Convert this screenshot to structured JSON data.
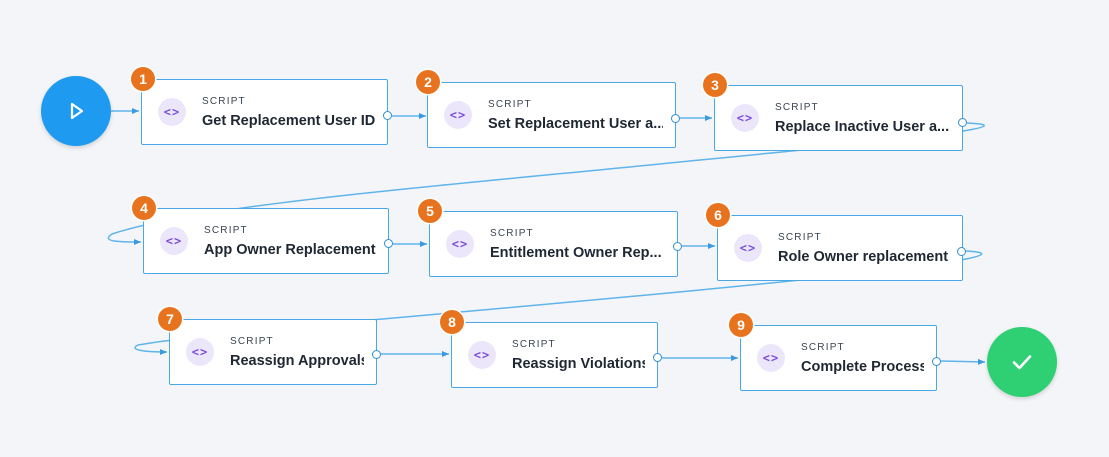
{
  "flow": {
    "start": {
      "icon": "play-icon"
    },
    "end": {
      "icon": "check-icon"
    },
    "nodes": [
      {
        "number": "1",
        "type": "SCRIPT",
        "title": "Get Replacement User ID",
        "icon": "code-icon"
      },
      {
        "number": "2",
        "type": "SCRIPT",
        "title": "Set Replacement User a...",
        "icon": "code-icon"
      },
      {
        "number": "3",
        "type": "SCRIPT",
        "title": "Replace Inactive User a...",
        "icon": "code-icon"
      },
      {
        "number": "4",
        "type": "SCRIPT",
        "title": "App Owner Replacement",
        "icon": "code-icon"
      },
      {
        "number": "5",
        "type": "SCRIPT",
        "title": "Entitlement Owner Rep...",
        "icon": "code-icon"
      },
      {
        "number": "6",
        "type": "SCRIPT",
        "title": "Role Owner replacement",
        "icon": "code-icon"
      },
      {
        "number": "7",
        "type": "SCRIPT",
        "title": "Reassign Approvals",
        "icon": "code-icon"
      },
      {
        "number": "8",
        "type": "SCRIPT",
        "title": "Reassign Violations",
        "icon": "code-icon"
      },
      {
        "number": "9",
        "type": "SCRIPT",
        "title": "Complete Process",
        "icon": "code-icon"
      }
    ],
    "colors": {
      "start": "#1e9bf0",
      "end": "#2fcf73",
      "badge": "#e8731e",
      "edge": "#5fb4ea",
      "icon_bg": "#ece6fb",
      "icon_fg": "#7a4fd6"
    }
  }
}
